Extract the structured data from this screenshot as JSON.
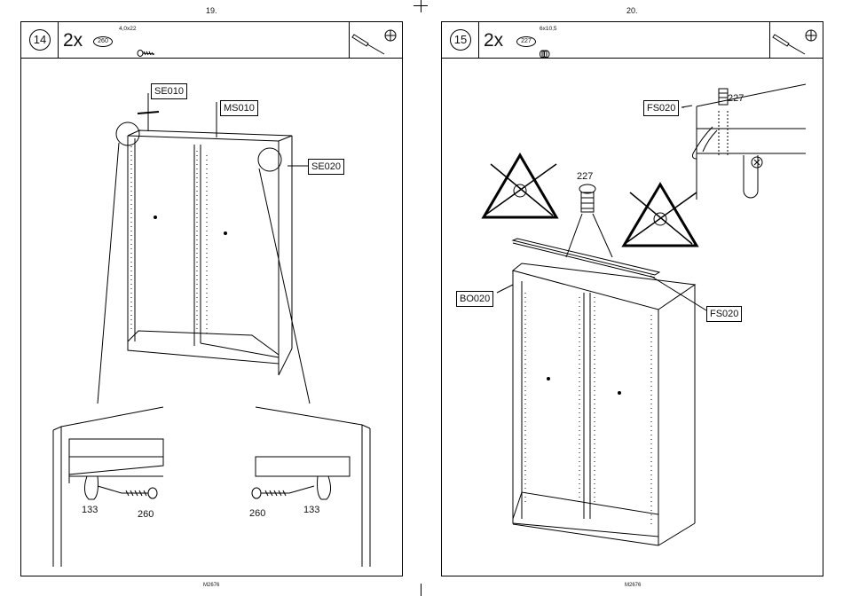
{
  "document": {
    "footer_code": "M2676",
    "pages": [
      {
        "page_number": "19.",
        "step": "14",
        "quantity": "2x",
        "part_number": "260",
        "part_spec": "4,0x22",
        "tools": [
          "screwdriver-icon",
          "phillips-bit-icon"
        ],
        "labels": {
          "se010": "SE010",
          "ms010": "MS010",
          "se020": "SE020"
        },
        "detail_left": {
          "part_a": "133",
          "part_b": "260"
        },
        "detail_right": {
          "part_a": "260",
          "part_b": "133"
        }
      },
      {
        "page_number": "20.",
        "step": "15",
        "quantity": "2x",
        "part_number": "227",
        "part_spec": "6x10,5",
        "tools": [
          "screwdriver-icon",
          "phillips-bit-icon"
        ],
        "labels": {
          "fs020_top": "FS020",
          "fs020_bottom": "FS020",
          "bo020": "BO020"
        },
        "part_callouts": {
          "detail_227": "227",
          "main_227": "227"
        },
        "warnings": [
          "no-screw-warning-left",
          "no-screw-warning-right"
        ]
      }
    ]
  }
}
